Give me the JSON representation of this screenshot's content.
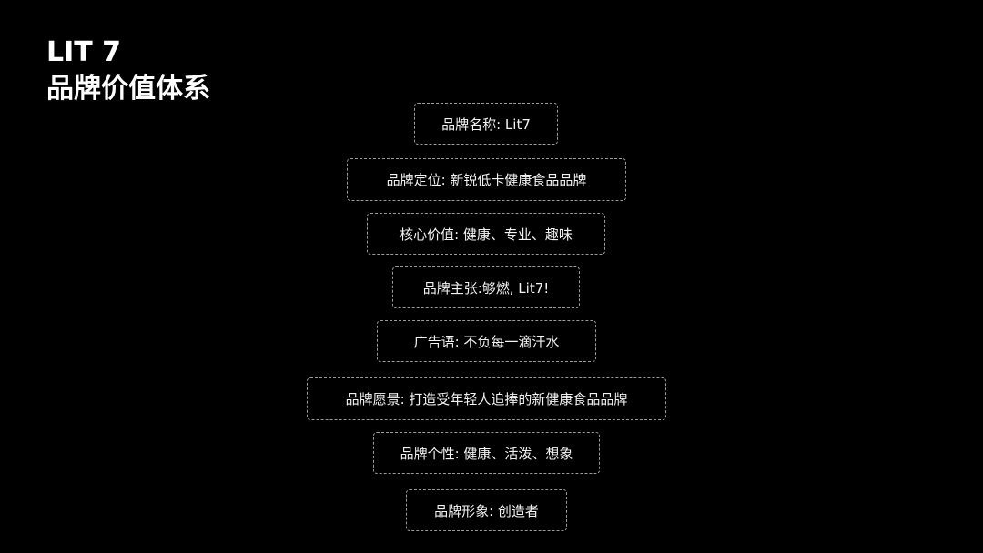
{
  "header": {
    "title_line1": "LIT 7",
    "title_line2": "品牌价值体系"
  },
  "items": [
    {
      "label": "品牌名称: Lit7"
    },
    {
      "label": "品牌定位: 新锐低卡健康食品品牌"
    },
    {
      "label": "核心价值: 健康、专业、趣味"
    },
    {
      "label": "品牌主张:够燃, Lit7!"
    },
    {
      "label": "广告语: 不负每一滴汗水"
    },
    {
      "label": "品牌愿景: 打造受年轻人追捧的新健康食品品牌"
    },
    {
      "label": "品牌个性: 健康、活泼、想象"
    },
    {
      "label": "品牌形象: 创造者"
    }
  ],
  "colors": {
    "background": "#000000",
    "text": "#ffffff",
    "border": "#9a9a9a"
  }
}
